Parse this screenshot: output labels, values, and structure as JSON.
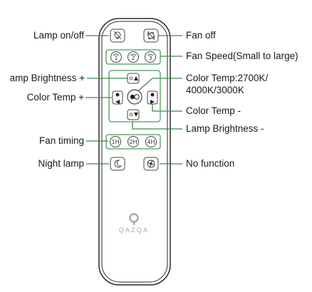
{
  "labels": {
    "lamp_on_off": "Lamp on/off",
    "fan_off": "Fan off",
    "fan_speed": "Fan Speed(Small to large)",
    "lamp_brightness_plus": "amp Brightness +",
    "color_temp_plus": "Color Temp +",
    "color_temp_toggle_1": "Color Temp:2700K/",
    "color_temp_toggle_2": "4000K/3000K",
    "color_temp_minus": "Color Temp -",
    "lamp_brightness_minus": "Lamp Brightness -",
    "fan_timing": "Fan timing",
    "night_lamp": "Night lamp",
    "no_function": "No function"
  },
  "buttons": {
    "speed_1": "1",
    "speed_2": "2",
    "speed_3": "3",
    "timer_1h": "1H",
    "timer_2h": "2H",
    "timer_4h": "4H"
  },
  "brand": "QAZQA",
  "colors": {
    "callout_line": "#3a8a4a",
    "remote_outline": "#2a2a2a",
    "highlight_box": "#4a9a5a"
  },
  "icons": [
    "lamp-icon",
    "fan-off-icon",
    "fan-speed-icon",
    "brightness-up-icon",
    "brightness-down-icon",
    "color-temp-icon",
    "moon-icon",
    "fan-icon",
    "brand-logo-icon"
  ]
}
